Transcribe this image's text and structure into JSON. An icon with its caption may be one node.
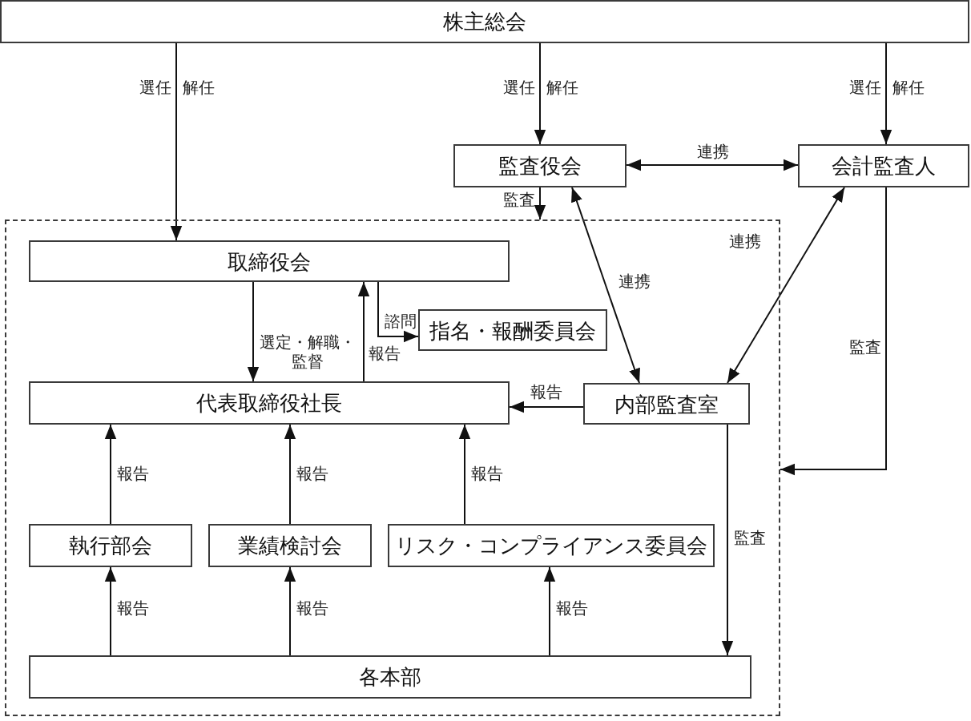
{
  "diagram": {
    "nodes": [
      {
        "text": [
          "株主総会"
        ]
      },
      {
        "text": [
          "監査役会"
        ]
      },
      {
        "text": [
          "会計監査人"
        ]
      },
      {
        "text": [],
        "shape": "box"
      },
      {
        "text": [
          "取締役会"
        ],
        "in": 3
      },
      {
        "text": [
          "指名・報酬委員会"
        ],
        "in": 3
      },
      {
        "text": [
          "代表取締役社長"
        ],
        "in": 3
      },
      {
        "text": [
          "内部監査室"
        ],
        "in": 3
      },
      {
        "text": [
          "執行部会"
        ],
        "in": 3
      },
      {
        "text": [
          "業績検討会"
        ],
        "in": 3
      },
      {
        "text": [
          "リスク・コンプライアンス委員会"
        ],
        "in": 3
      },
      {
        "text": [
          "各本部"
        ],
        "in": 3
      }
    ],
    "edges": [
      {
        "from": 0,
        "to": 4,
        "arrow": "to"
      },
      {
        "from": 0,
        "to": 1,
        "arrow": "to"
      },
      {
        "from": 0,
        "to": 2,
        "arrow": "to"
      },
      {
        "from": 1,
        "to": 2,
        "arrow": "both",
        "label": "連携"
      },
      {
        "from": 1,
        "to": 3,
        "arrow": "to",
        "label": "監査"
      },
      {
        "from": 1,
        "to": 7,
        "arrow": "both",
        "label": "連携"
      },
      {
        "from": 2,
        "to": 7,
        "arrow": "both",
        "label": "連携"
      },
      {
        "from": 2,
        "to": 3,
        "arrow": "to",
        "label": "監査"
      },
      {
        "from": 4,
        "to": 6,
        "arrow": "to",
        "label": "選定・解職・監督"
      },
      {
        "from": 6,
        "to": 4,
        "arrow": "to",
        "label": "報告"
      },
      {
        "from": 4,
        "to": 5,
        "arrow": "to",
        "label": "諮問"
      },
      {
        "from": 7,
        "to": 6,
        "arrow": "to",
        "label": "報告"
      },
      {
        "from": 8,
        "to": 6,
        "arrow": "to",
        "label": "報告"
      },
      {
        "from": 9,
        "to": 6,
        "arrow": "to",
        "label": "報告"
      },
      {
        "from": 10,
        "to": 6,
        "arrow": "to",
        "label": "報告"
      },
      {
        "from": 11,
        "to": 8,
        "arrow": "to",
        "label": "報告"
      },
      {
        "from": 11,
        "to": 9,
        "arrow": "to",
        "label": "報告"
      },
      {
        "from": 11,
        "to": 10,
        "arrow": "to",
        "label": "報告"
      },
      {
        "from": 7,
        "to": 11,
        "arrow": "to",
        "label": "監査"
      }
    ],
    "labels": [
      "選任",
      "解任",
      "選任",
      "解任",
      "選任",
      "解任"
    ]
  }
}
